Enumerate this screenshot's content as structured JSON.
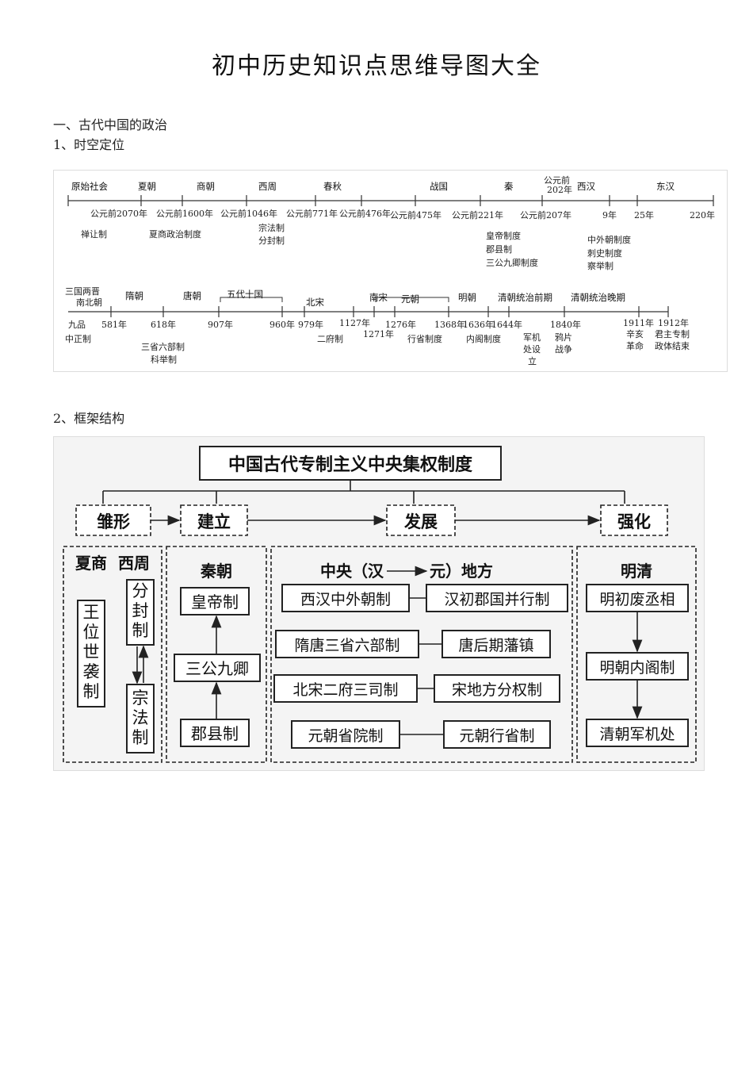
{
  "doc": {
    "title": "初中历史知识点思维导图大全",
    "section1": "一、古代中国的政治",
    "sub1": "1、时空定位",
    "sub2": "2、框架结构"
  },
  "timeline": {
    "row1_eras": [
      "原始社会",
      "夏朝",
      "商朝",
      "西周",
      "春秋",
      "战国",
      "秦",
      "公元前",
      "202年",
      "西汉",
      "东汉"
    ],
    "row1_dates": [
      "公元前2070年",
      "公元前1600年",
      "公元前1046年",
      "公元前771年",
      "公元前476年",
      "公元前475年",
      "公元前221年",
      "公元前207年",
      "9年",
      "25年",
      "220年"
    ],
    "row1_notes": [
      "禅让制",
      "夏商政治制度",
      "宗法制",
      "分封制",
      "皇帝制度",
      "郡县制",
      "三公九卿制度",
      "中外朝制度",
      "刺史制度",
      "察举制"
    ],
    "row2_eras": [
      "三国两晋",
      "南北朝",
      "隋朝",
      "唐朝",
      "五代十国",
      "北宋",
      "南宋",
      "元朝",
      "明朝",
      "清朝统治前期",
      "清朝统治晚期"
    ],
    "row2_dates": [
      "九品",
      "581年",
      "618年",
      "907年",
      "960年",
      "979年",
      "1127年",
      "1271年",
      "1276年",
      "1368年",
      "1636年",
      "1644年",
      "1840年",
      "1911年",
      "1912年"
    ],
    "row2_notes": [
      "中正制",
      "三省六部制",
      "科举制",
      "二府制",
      "行省制度",
      "内阁制度",
      "军机",
      "处设",
      "立",
      "鸦片",
      "战争",
      "辛亥",
      "革命",
      "君主专制",
      "政体结束"
    ]
  },
  "framework": {
    "top": "中国古代专制主义中央集权制度",
    "stages": [
      "雏形",
      "建立",
      "发展",
      "强化"
    ],
    "col1": {
      "header": "夏商  西周",
      "left": "王位世袭制",
      "right_top": "分封制",
      "right_bottom": "宗法制"
    },
    "col2": {
      "header": "秦朝",
      "items": [
        "皇帝制",
        "三公九卿",
        "郡县制"
      ]
    },
    "col3": {
      "header_left": "中央（汉",
      "header_right": "元）地方",
      "rows": [
        [
          "西汉中外朝制",
          "汉初郡国并行制"
        ],
        [
          "隋唐三省六部制",
          "唐后期藩镇"
        ],
        [
          "北宋二府三司制",
          "宋地方分权制"
        ],
        [
          "元朝省院制",
          "元朝行省制"
        ]
      ]
    },
    "col4": {
      "header": "明清",
      "items": [
        "明初废丞相",
        "明朝内阁制",
        "清朝军机处"
      ]
    }
  }
}
